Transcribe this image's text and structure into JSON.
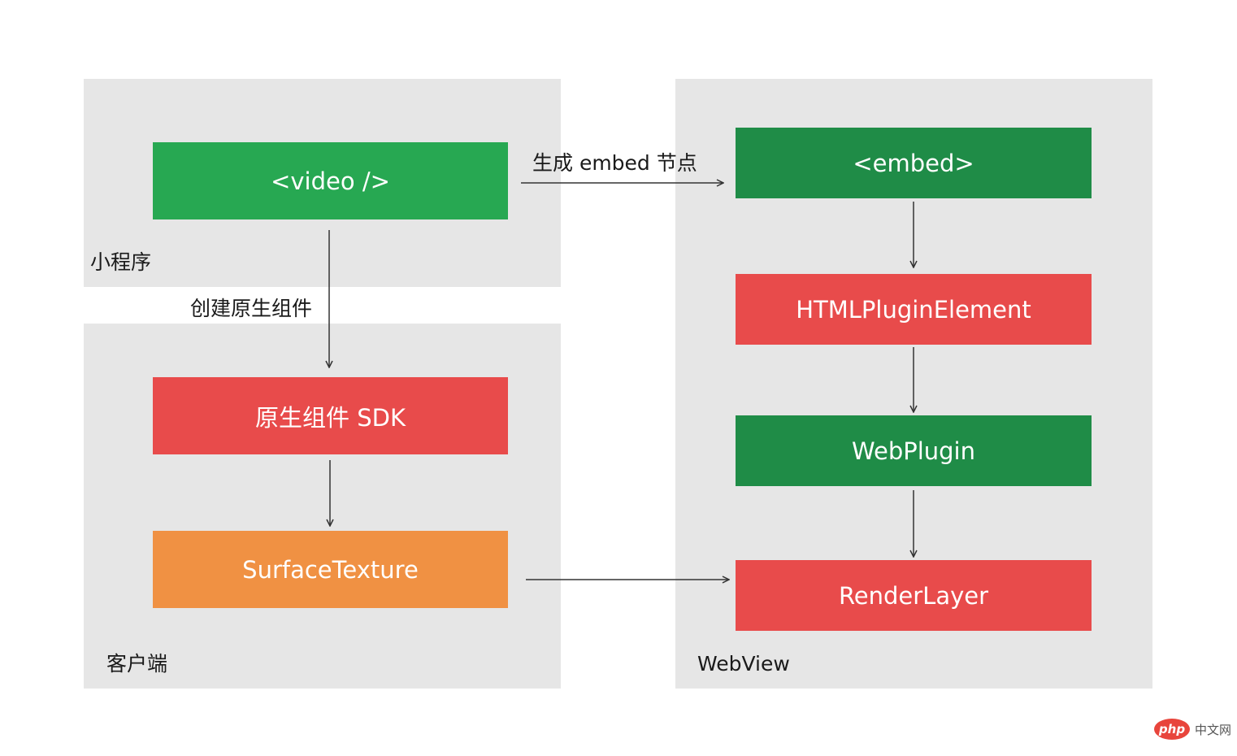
{
  "regions": {
    "miniprogram": {
      "label": "小程序"
    },
    "client": {
      "label": "客户端"
    },
    "webview": {
      "label": "WebView"
    }
  },
  "nodes": {
    "video": {
      "label": "<video />"
    },
    "native_sdk": {
      "label": "原生组件 SDK"
    },
    "surface_texture": {
      "label": "SurfaceTexture"
    },
    "embed": {
      "label": "<embed>"
    },
    "html_plugin_element": {
      "label": "HTMLPluginElement"
    },
    "web_plugin": {
      "label": "WebPlugin"
    },
    "render_layer": {
      "label": "RenderLayer"
    }
  },
  "edges": {
    "create_native": {
      "label": "创建原生组件"
    },
    "gen_embed": {
      "label": "生成 embed 节点"
    }
  },
  "colors": {
    "region_bg": "#e6e6e6",
    "green_bright": "#27a852",
    "green_dark": "#1f8c47",
    "red": "#e84b4b",
    "orange": "#f09143",
    "line": "#333333"
  },
  "watermark": {
    "logo": "php",
    "text": "中文网"
  }
}
